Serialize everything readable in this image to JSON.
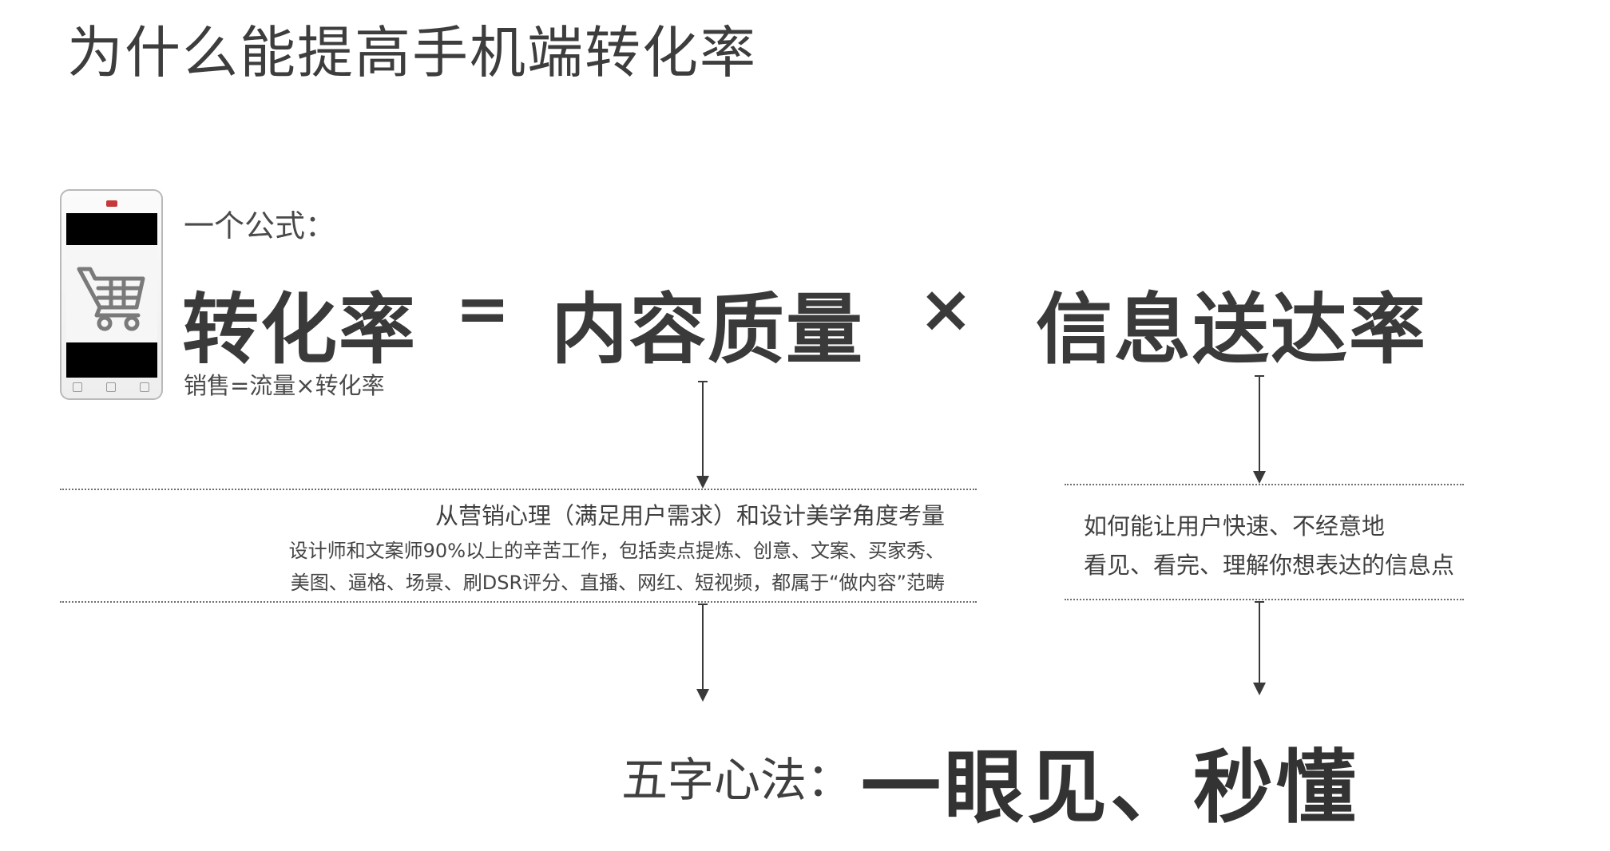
{
  "title": "为什么能提高手机端转化率",
  "formula": {
    "intro": "一个公式：",
    "term_conversion": "转化率",
    "equals": "=",
    "term_content_quality": "内容质量",
    "times": "×",
    "term_delivery_rate": "信息送达率",
    "sub_formula": "销售=流量×转化率"
  },
  "content_quality_desc": {
    "heading": "从营销心理（满足用户需求）和设计美学角度考量",
    "line1": "设计师和文案师90%以上的辛苦工作，包括卖点提炼、创意、文案、买家秀、",
    "line2": "美图、逼格、场景、刷DSR评分、直播、网红、短视频，都属于“做内容”范畴"
  },
  "delivery_rate_desc": {
    "line1": "如何能让用户快速、不经意地",
    "line2": "看见、看完、理解你想表达的信息点"
  },
  "slogan": {
    "label": "五字心法：",
    "main": "一眼见、秒懂"
  },
  "icons": {
    "phone": "phone-cart-icon"
  },
  "colors": {
    "text": "#3a3a3a",
    "background": "#ffffff"
  }
}
